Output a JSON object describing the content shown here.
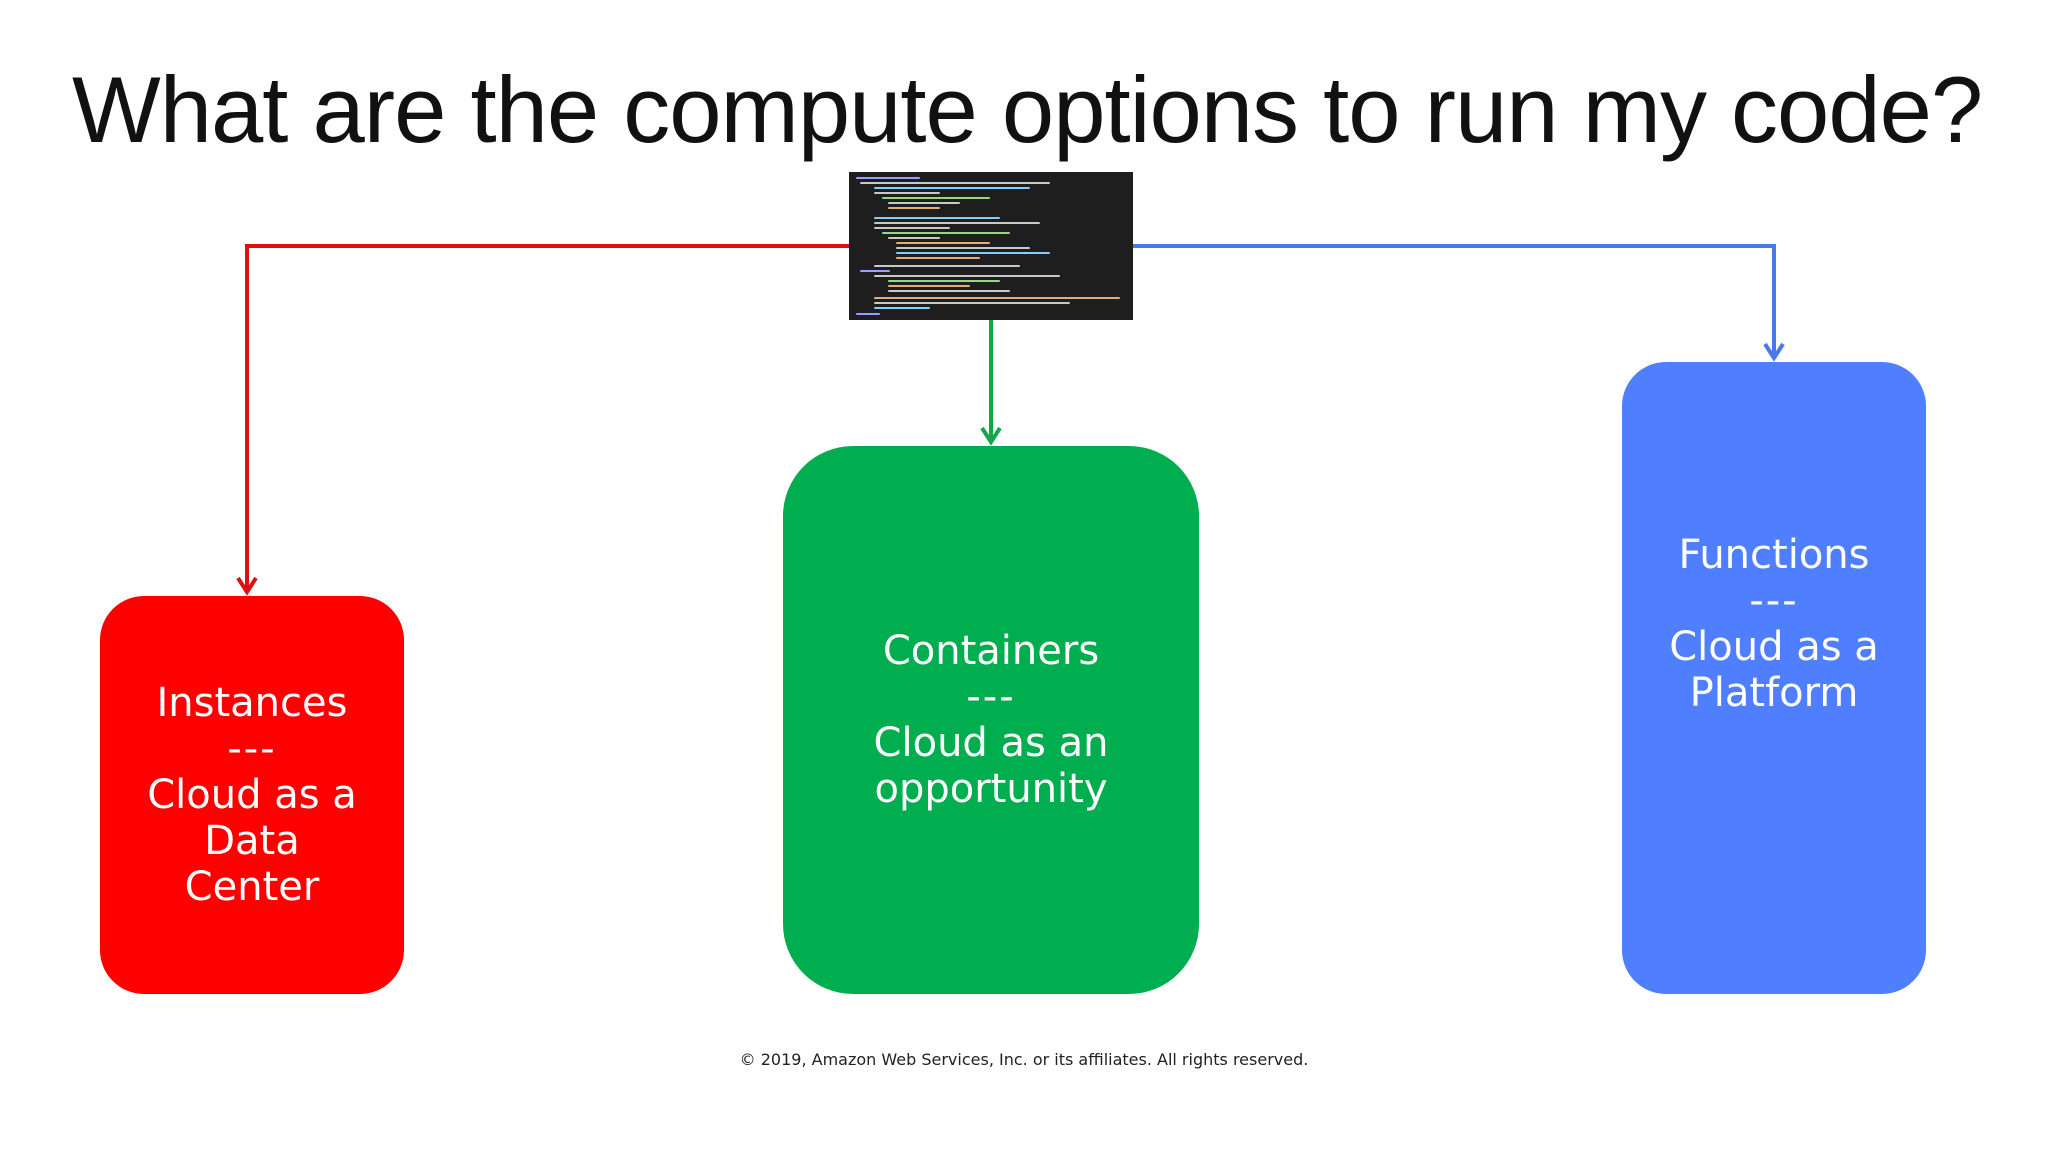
{
  "title": "What are the compute options to run my code?",
  "colors": {
    "instances": "#ff0000",
    "containers": "#00ad4f",
    "functions": "#4f7fff",
    "red_arrow": "#dd1111",
    "green_arrow": "#11a84a",
    "blue_arrow": "#4a78e8"
  },
  "code_thumbnail": {
    "icon": "code-editor-screenshot"
  },
  "boxes": {
    "instances": {
      "heading": "Instances",
      "separator": "---",
      "line1": "Cloud as a",
      "line2": "Data",
      "line3": "Center"
    },
    "containers": {
      "heading": "Containers",
      "separator": "---",
      "line1": "Cloud as an",
      "line2": "opportunity"
    },
    "functions": {
      "heading": "Functions",
      "separator": "---",
      "line1": "Cloud as a",
      "line2": "Platform"
    }
  },
  "footer": "© 2019, Amazon Web Services, Inc. or its affiliates. All rights reserved."
}
